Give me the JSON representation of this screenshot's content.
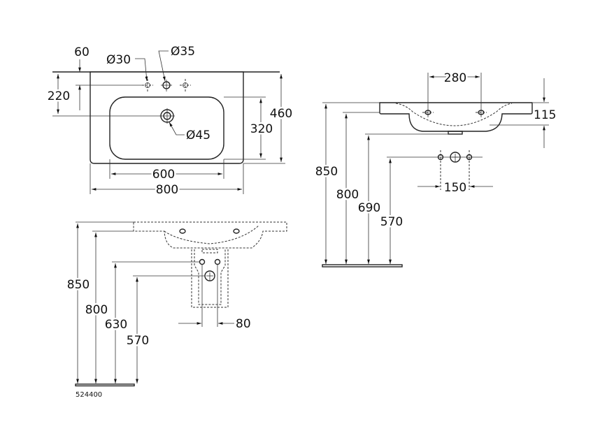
{
  "drawing": {
    "part_number": "524400",
    "top_view": {
      "dim_overflow_offset": "60",
      "dim_tap_hole_left": "Ø30",
      "dim_tap_hole_center": "Ø35",
      "dim_drain_depth": "220",
      "dim_drain": "Ø45",
      "dim_bowl_depth": "320",
      "dim_total_depth": "460",
      "dim_bowl_width": "600",
      "dim_total_width": "800"
    },
    "side_view": {
      "dim_hole_spacing": "280",
      "dim_basin_height": "115",
      "dim_top_height": "850",
      "dim_rim_height": "800",
      "dim_drain_height": "690",
      "dim_supply_height": "570",
      "dim_supply_spacing": "150"
    },
    "front_view": {
      "dim_top_height": "850",
      "dim_rim_height": "800",
      "dim_supply_height": "630",
      "dim_drain_height": "570",
      "dim_supply_spacing": "80"
    }
  }
}
